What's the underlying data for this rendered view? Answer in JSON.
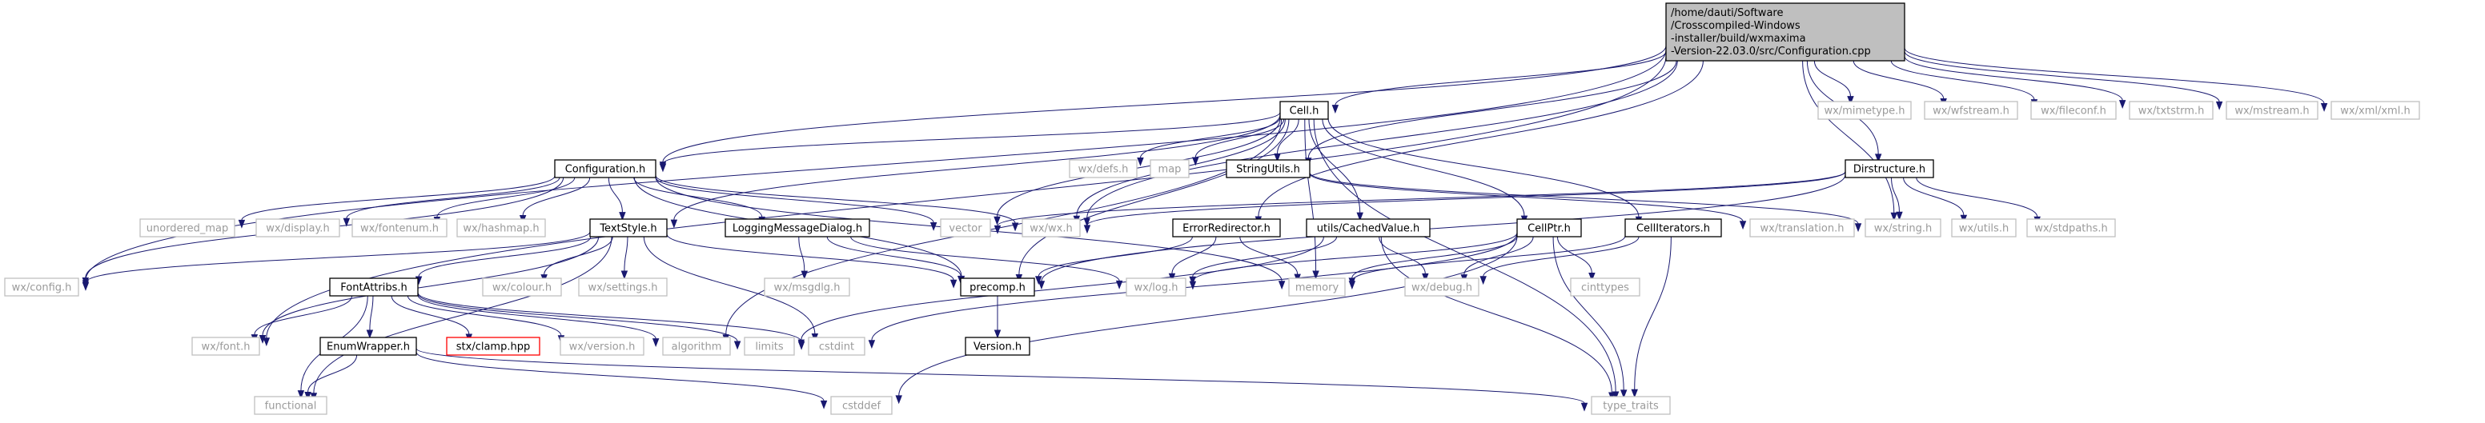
{
  "colors": {
    "edge": "#191970",
    "root_fill": "#bfbfbf",
    "internal_border": "#000000",
    "external_border": "#bfbfbf",
    "external_text": "#9a9a9a",
    "missing_border": "#ff0000"
  },
  "graph": {
    "nodes": [
      {
        "id": "root",
        "kind": "root",
        "lines": [
          "/home/dauti/Software",
          "/Crosscompiled-Windows",
          "-installer/build/wxmaxima",
          "-Version-22.03.0/src/Configuration.cpp"
        ]
      },
      {
        "id": "cell",
        "kind": "internal",
        "lines": [
          "Cell.h"
        ]
      },
      {
        "id": "configh",
        "kind": "internal",
        "lines": [
          "Configuration.h"
        ]
      },
      {
        "id": "stringutils",
        "kind": "internal",
        "lines": [
          "StringUtils.h"
        ]
      },
      {
        "id": "dirstructure",
        "kind": "internal",
        "lines": [
          "Dirstructure.h"
        ]
      },
      {
        "id": "textstyle",
        "kind": "internal",
        "lines": [
          "TextStyle.h"
        ]
      },
      {
        "id": "logging",
        "kind": "internal",
        "lines": [
          "LoggingMessageDialog.h"
        ]
      },
      {
        "id": "errorredir",
        "kind": "internal",
        "lines": [
          "ErrorRedirector.h"
        ]
      },
      {
        "id": "cachedvalue",
        "kind": "internal",
        "lines": [
          "utils/CachedValue.h"
        ]
      },
      {
        "id": "cellptr",
        "kind": "internal",
        "lines": [
          "CellPtr.h"
        ]
      },
      {
        "id": "celliter",
        "kind": "internal",
        "lines": [
          "CellIterators.h"
        ]
      },
      {
        "id": "fontattribs",
        "kind": "internal",
        "lines": [
          "FontAttribs.h"
        ]
      },
      {
        "id": "precomp",
        "kind": "internal",
        "lines": [
          "precomp.h"
        ]
      },
      {
        "id": "enumwrapper",
        "kind": "internal",
        "lines": [
          "EnumWrapper.h"
        ]
      },
      {
        "id": "version",
        "kind": "internal",
        "lines": [
          "Version.h"
        ]
      },
      {
        "id": "clamp",
        "kind": "missing",
        "lines": [
          "stx/clamp.hpp"
        ]
      },
      {
        "id": "wxmimetype",
        "kind": "external",
        "lines": [
          "wx/mimetype.h"
        ]
      },
      {
        "id": "wxwfstream",
        "kind": "external",
        "lines": [
          "wx/wfstream.h"
        ]
      },
      {
        "id": "wxfileconf",
        "kind": "external",
        "lines": [
          "wx/fileconf.h"
        ]
      },
      {
        "id": "wxtxtstrm",
        "kind": "external",
        "lines": [
          "wx/txtstrm.h"
        ]
      },
      {
        "id": "wxmstream",
        "kind": "external",
        "lines": [
          "wx/mstream.h"
        ]
      },
      {
        "id": "wxxml",
        "kind": "external",
        "lines": [
          "wx/xml/xml.h"
        ]
      },
      {
        "id": "wxdefs",
        "kind": "external",
        "lines": [
          "wx/defs.h"
        ]
      },
      {
        "id": "map",
        "kind": "external",
        "lines": [
          "map"
        ]
      },
      {
        "id": "unorderedmap",
        "kind": "external",
        "lines": [
          "unordered_map"
        ]
      },
      {
        "id": "wxdisplay",
        "kind": "external",
        "lines": [
          "wx/display.h"
        ]
      },
      {
        "id": "wxfontenum",
        "kind": "external",
        "lines": [
          "wx/fontenum.h"
        ]
      },
      {
        "id": "wxhashmap",
        "kind": "external",
        "lines": [
          "wx/hashmap.h"
        ]
      },
      {
        "id": "vector",
        "kind": "external",
        "lines": [
          "vector"
        ]
      },
      {
        "id": "wxwx",
        "kind": "external",
        "lines": [
          "wx/wx.h"
        ]
      },
      {
        "id": "wxtranslation",
        "kind": "external",
        "lines": [
          "wx/translation.h"
        ]
      },
      {
        "id": "wxstring",
        "kind": "external",
        "lines": [
          "wx/string.h"
        ]
      },
      {
        "id": "wxutils",
        "kind": "external",
        "lines": [
          "wx/utils.h"
        ]
      },
      {
        "id": "wxstdpaths",
        "kind": "external",
        "lines": [
          "wx/stdpaths.h"
        ]
      },
      {
        "id": "wxconfig",
        "kind": "external",
        "lines": [
          "wx/config.h"
        ]
      },
      {
        "id": "wxcolour",
        "kind": "external",
        "lines": [
          "wx/colour.h"
        ]
      },
      {
        "id": "wxsettings",
        "kind": "external",
        "lines": [
          "wx/settings.h"
        ]
      },
      {
        "id": "wxmsgdlg",
        "kind": "external",
        "lines": [
          "wx/msgdlg.h"
        ]
      },
      {
        "id": "wxlog",
        "kind": "external",
        "lines": [
          "wx/log.h"
        ]
      },
      {
        "id": "memory",
        "kind": "external",
        "lines": [
          "memory"
        ]
      },
      {
        "id": "wxdebug",
        "kind": "external",
        "lines": [
          "wx/debug.h"
        ]
      },
      {
        "id": "cinttypes",
        "kind": "external",
        "lines": [
          "cinttypes"
        ]
      },
      {
        "id": "wxfont",
        "kind": "external",
        "lines": [
          "wx/font.h"
        ]
      },
      {
        "id": "wxversion",
        "kind": "external",
        "lines": [
          "wx/version.h"
        ]
      },
      {
        "id": "algorithm",
        "kind": "external",
        "lines": [
          "algorithm"
        ]
      },
      {
        "id": "limits",
        "kind": "external",
        "lines": [
          "limits"
        ]
      },
      {
        "id": "cstdint",
        "kind": "external",
        "lines": [
          "cstdint"
        ]
      },
      {
        "id": "functional",
        "kind": "external",
        "lines": [
          "functional"
        ]
      },
      {
        "id": "cstddef",
        "kind": "external",
        "lines": [
          "cstddef"
        ]
      },
      {
        "id": "typetraits",
        "kind": "external",
        "lines": [
          "type_traits"
        ]
      }
    ],
    "edges": [
      [
        "root",
        "cell"
      ],
      [
        "root",
        "configh"
      ],
      [
        "root",
        "stringutils"
      ],
      [
        "root",
        "dirstructure"
      ],
      [
        "root",
        "errorredir"
      ],
      [
        "root",
        "wxmimetype"
      ],
      [
        "root",
        "wxwfstream"
      ],
      [
        "root",
        "wxfileconf"
      ],
      [
        "root",
        "wxtxtstrm"
      ],
      [
        "root",
        "wxmstream"
      ],
      [
        "root",
        "wxxml"
      ],
      [
        "root",
        "wxstring"
      ],
      [
        "root",
        "wxwx"
      ],
      [
        "root",
        "wxfont"
      ],
      [
        "root",
        "wxconfig"
      ],
      [
        "cell",
        "configh"
      ],
      [
        "cell",
        "wxdefs"
      ],
      [
        "cell",
        "map"
      ],
      [
        "cell",
        "stringutils"
      ],
      [
        "cell",
        "textstyle"
      ],
      [
        "cell",
        "cachedvalue"
      ],
      [
        "cell",
        "cellptr"
      ],
      [
        "cell",
        "celliter"
      ],
      [
        "cell",
        "precomp"
      ],
      [
        "cell",
        "memory"
      ],
      [
        "cell",
        "typetraits"
      ],
      [
        "cell",
        "algorithm"
      ],
      [
        "cell",
        "vector"
      ],
      [
        "cell",
        "wxwx"
      ],
      [
        "configh",
        "unorderedmap"
      ],
      [
        "configh",
        "wxdisplay"
      ],
      [
        "configh",
        "wxfontenum"
      ],
      [
        "configh",
        "wxhashmap"
      ],
      [
        "configh",
        "textstyle"
      ],
      [
        "configh",
        "logging"
      ],
      [
        "configh",
        "precomp"
      ],
      [
        "configh",
        "vector"
      ],
      [
        "configh",
        "wxwx"
      ],
      [
        "configh",
        "wxconfig"
      ],
      [
        "configh",
        "memory"
      ],
      [
        "stringutils",
        "wxtranslation"
      ],
      [
        "stringutils",
        "wxstring"
      ],
      [
        "dirstructure",
        "wxstring"
      ],
      [
        "dirstructure",
        "wxutils"
      ],
      [
        "dirstructure",
        "wxstdpaths"
      ],
      [
        "dirstructure",
        "precomp"
      ],
      [
        "dirstructure",
        "vector"
      ],
      [
        "dirstructure",
        "wxwx"
      ],
      [
        "textstyle",
        "fontattribs"
      ],
      [
        "textstyle",
        "wxconfig"
      ],
      [
        "textstyle",
        "wxcolour"
      ],
      [
        "textstyle",
        "wxsettings"
      ],
      [
        "textstyle",
        "precomp"
      ],
      [
        "textstyle",
        "wxfont"
      ],
      [
        "textstyle",
        "cstdint"
      ],
      [
        "textstyle",
        "functional"
      ],
      [
        "logging",
        "wxmsgdlg"
      ],
      [
        "logging",
        "precomp"
      ],
      [
        "logging",
        "wxlog"
      ],
      [
        "errorredir",
        "precomp"
      ],
      [
        "errorredir",
        "wxlog"
      ],
      [
        "errorredir",
        "memory"
      ],
      [
        "cachedvalue",
        "wxdebug"
      ],
      [
        "cachedvalue",
        "typetraits"
      ],
      [
        "cachedvalue",
        "limits"
      ],
      [
        "cachedvalue",
        "wxlog"
      ],
      [
        "cellptr",
        "memory"
      ],
      [
        "cellptr",
        "wxdebug"
      ],
      [
        "cellptr",
        "cinttypes"
      ],
      [
        "cellptr",
        "typetraits"
      ],
      [
        "cellptr",
        "cstddef"
      ],
      [
        "cellptr",
        "cstdint"
      ],
      [
        "cellptr",
        "wxlog"
      ],
      [
        "celliter",
        "typetraits"
      ],
      [
        "celliter",
        "wxdebug"
      ],
      [
        "celliter",
        "memory"
      ],
      [
        "fontattribs",
        "enumwrapper"
      ],
      [
        "fontattribs",
        "clamp"
      ],
      [
        "fontattribs",
        "wxversion"
      ],
      [
        "fontattribs",
        "algorithm"
      ],
      [
        "fontattribs",
        "limits"
      ],
      [
        "fontattribs",
        "cstdint"
      ],
      [
        "fontattribs",
        "wxfont"
      ],
      [
        "fontattribs",
        "functional"
      ],
      [
        "precomp",
        "version"
      ],
      [
        "enumwrapper",
        "functional"
      ],
      [
        "enumwrapper",
        "cstddef"
      ],
      [
        "enumwrapper",
        "typetraits"
      ]
    ]
  }
}
